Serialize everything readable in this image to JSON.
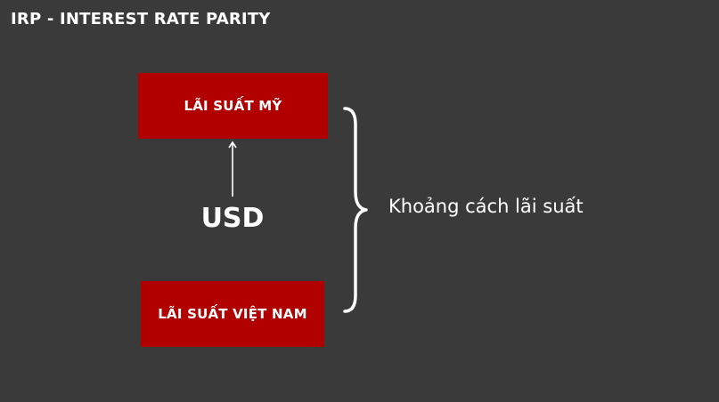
{
  "title": "IRP - INTEREST RATE PARITY",
  "boxes": {
    "us_rate": "LÃI SUẤT MỸ",
    "vn_rate": "LÃI SUẤT VIỆT NAM"
  },
  "currency": "USD",
  "gap_label": "Khoảng cách lãi suất",
  "colors": {
    "background": "#3a3a3a",
    "box": "#b00000",
    "text": "#ffffff"
  },
  "icons": {
    "arrow": "arrow-up-icon",
    "brace": "right-curly-brace-icon"
  }
}
